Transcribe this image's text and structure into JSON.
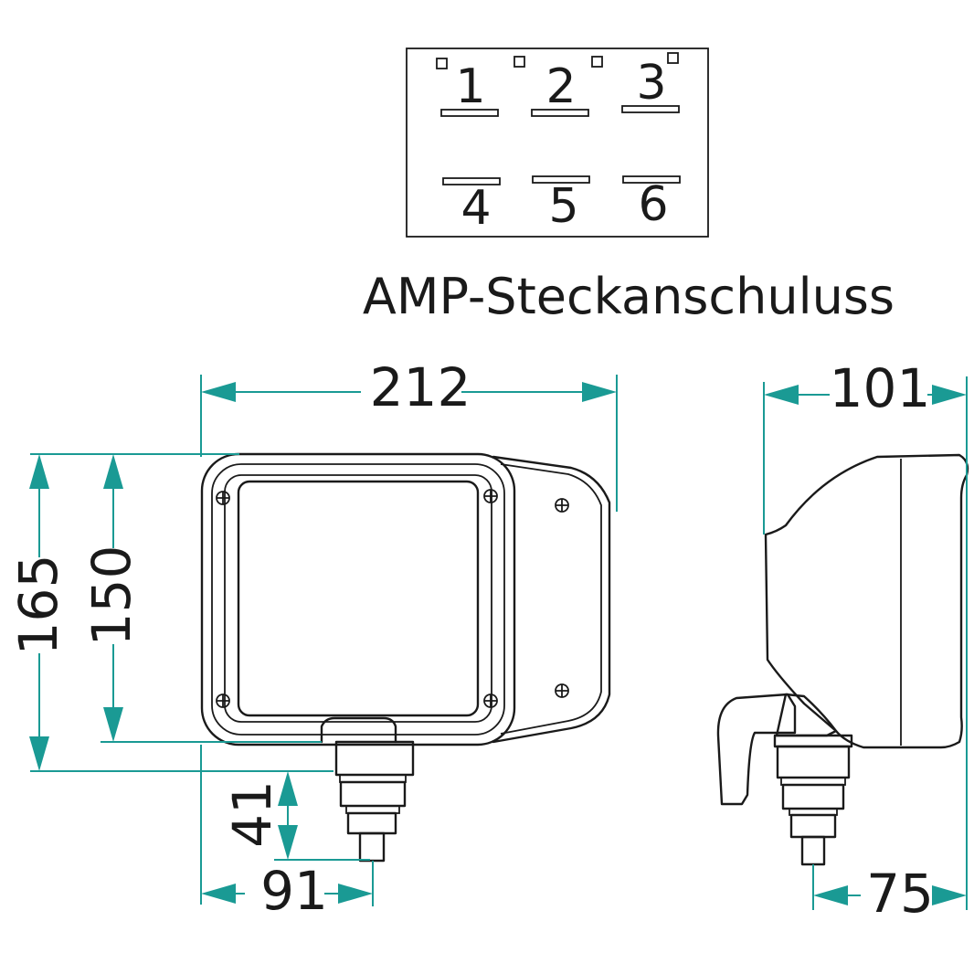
{
  "connector": {
    "caption": "AMP-Steckanschuluss",
    "pins_top": [
      "1",
      "2",
      "3"
    ],
    "pins_bottom": [
      "4",
      "5",
      "6"
    ]
  },
  "dimensions": {
    "width_front": "212",
    "depth_side": "101",
    "height_outer": "165",
    "height_inner": "150",
    "stud_length": "41",
    "stud_offset_front": "91",
    "stud_offset_side": "75"
  },
  "colors": {
    "dimension": "#1a9a94",
    "outline": "#1a1a1a",
    "background": "#ffffff"
  }
}
